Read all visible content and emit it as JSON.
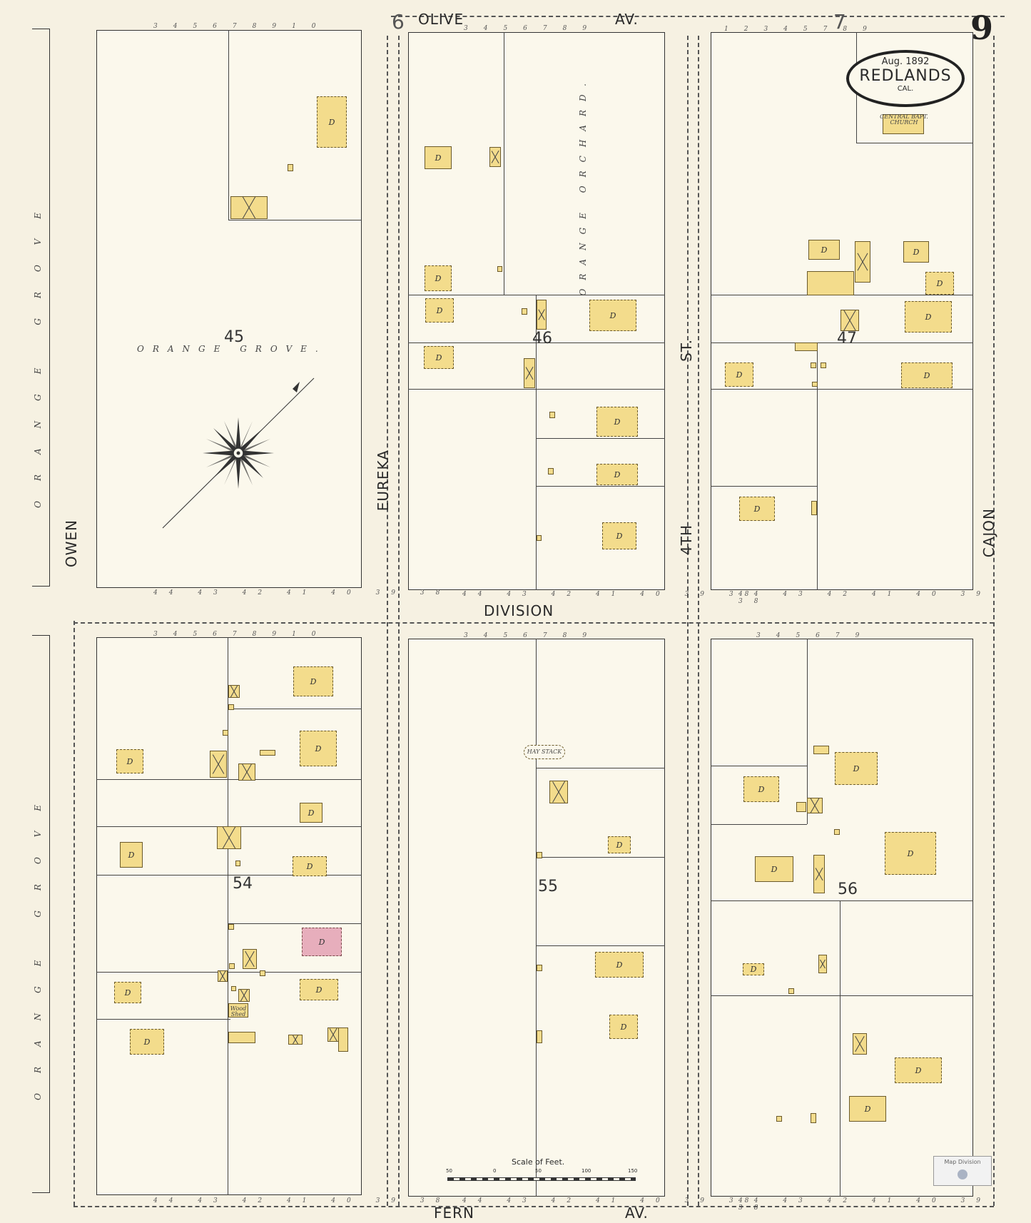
{
  "sheet": {
    "sheet_number": "9",
    "page_markers": [
      "6",
      "7"
    ],
    "title": {
      "date": "Aug. 1892",
      "city": "Redlands",
      "state": "Cal."
    }
  },
  "streets": {
    "olive": "OLIVE",
    "olive_av": "AV.",
    "fern": "FERN",
    "fern_av": "AV.",
    "division": "DIVISION",
    "eureka": "EUREKA",
    "fourth": "4TH",
    "st": "ST.",
    "cajon": "CAJON",
    "owen": "OWEN",
    "orange_grove_upper": "ORANGE GROVE",
    "orange_grove_lower": "ORANGE GROVE"
  },
  "blocks": {
    "b45": {
      "number": "45",
      "label": "ORANGE GROVE."
    },
    "b46": {
      "number": "46",
      "label": "ORANGE ORCHARD."
    },
    "b47": {
      "number": "47",
      "church": "CENTRAL BAPT. CHURCH"
    },
    "b54": {
      "number": "54",
      "wood_shed": "Wood Shed",
      "pink_label": "D"
    },
    "b55": {
      "number": "55",
      "hay_stack": "HAY STACK"
    },
    "b56": {
      "number": "56"
    }
  },
  "building_code": "D",
  "scale": {
    "title": "Scale of Feet.",
    "ticks": [
      "50",
      "0",
      "50",
      "100",
      "150"
    ]
  },
  "stamp": "Map Division"
}
